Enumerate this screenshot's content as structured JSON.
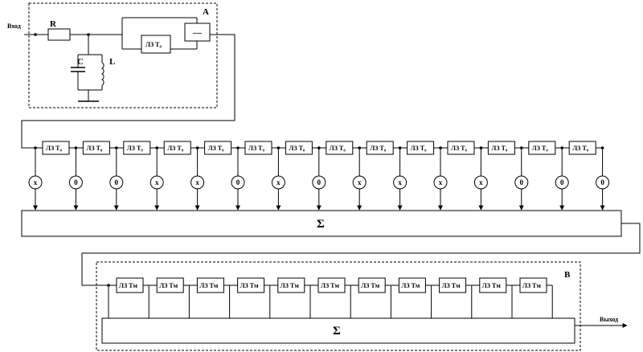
{
  "labels": {
    "input": "Вход",
    "output": "Выход",
    "resistor": "R",
    "capacitor": "C",
    "inductor": "L",
    "block_a": "A",
    "block_b": "B",
    "inverter": "—",
    "sum": "Σ"
  },
  "delay_a": "ЛЗ T₀",
  "delay_main": "ЛЗ T₀",
  "delay_b": "ЛЗ Tм",
  "multipliers": [
    "x",
    "0",
    "0",
    "x",
    "x",
    "0",
    "x",
    "0",
    "x",
    "x",
    "x",
    "x",
    "0",
    "0",
    "0"
  ]
}
